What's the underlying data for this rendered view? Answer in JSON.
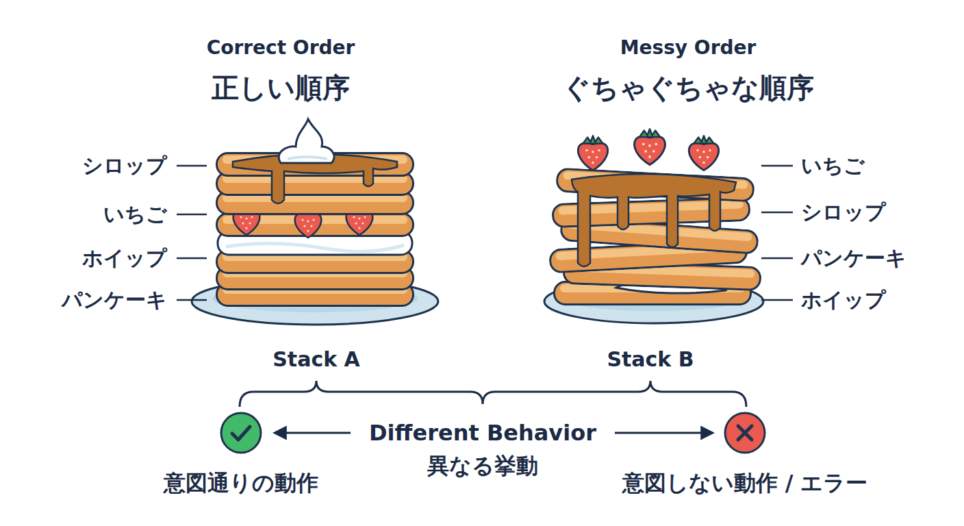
{
  "diagram": {
    "nodes": [
      {
        "text": [
          "意図通りの動作"
        ]
      },
      {
        "text": [
          "意図しない動作 / エラー"
        ]
      }
    ],
    "labels": [
      "Correct Order",
      "正しい順序",
      "Messy Order",
      "ぐちゃぐちゃな順序",
      "シロップ",
      "いちご",
      "ホイップ",
      "パンケーキ",
      "いちご",
      "シロップ",
      "パンケーキ",
      "ホイップ",
      "Stack A",
      "Stack B",
      "Different Behavior",
      "異なる挙動"
    ]
  }
}
